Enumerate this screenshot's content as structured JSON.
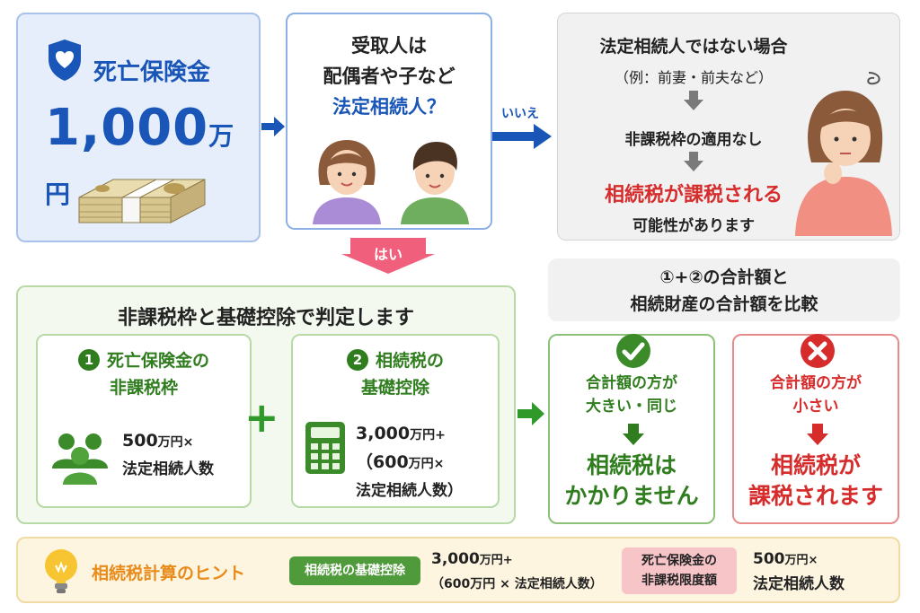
{
  "insurance": {
    "title": "死亡保険金",
    "amount_number": "1,000",
    "amount_unit": "万円"
  },
  "question": {
    "line1": "受取人は",
    "line2": "配偶者や子など",
    "line3": "法定相続人？"
  },
  "no_branch": {
    "label": "いいえ",
    "heading": "法定相続人ではない場合",
    "example": "（例：前妻・前夫など）",
    "step1": "非課税枠の適用なし",
    "result": "相続税が課税される",
    "result_sub": "可能性があります"
  },
  "yes_branch": {
    "label": "はい",
    "heading": "非課税枠と基礎控除で判定します",
    "item1": {
      "number": "1",
      "title_line1": "死亡保険金の",
      "title_line2": "非課税枠",
      "formula_line1_num": "500",
      "formula_line1_unit": "万円×",
      "formula_line2": "法定相続人数"
    },
    "item2": {
      "number": "2",
      "title_line1": "相続税の",
      "title_line2": "基礎控除",
      "formula_line1_num": "3,000",
      "formula_line1_unit": "万円+",
      "formula_line2_pre": "（600",
      "formula_line2_unit": "万円×",
      "formula_line3": "法定相続人数）"
    }
  },
  "compare": {
    "line1": "①+②の合計額と",
    "line2": "相続財産の合計額を比較",
    "ok": {
      "cond_line1": "合計額の方が",
      "cond_line2": "大きい・同じ",
      "result_line1": "相続税は",
      "result_line2": "かかりません"
    },
    "ng": {
      "cond_line1": "合計額の方が",
      "cond_line2": "小さい",
      "result_line1": "相続税が",
      "result_line2": "課税されます"
    }
  },
  "hint": {
    "title": "相続税計算のヒント",
    "tag1": "相続税の基礎控除",
    "value1_line1_num": "3,000",
    "value1_line1_unit": "万円+",
    "value1_line2": "（600万円 × 法定相続人数）",
    "tag2_line1": "死亡保険金の",
    "tag2_line2": "非課税限度額",
    "value2_line1_num": "500",
    "value2_line1_unit": "万円×",
    "value2_line2": "法定相続人数"
  },
  "colors": {
    "blue": "#1a56b8",
    "green": "#2f9a2a",
    "red": "#d62c2c",
    "pink_arrow": "#f05f7b",
    "orange": "#e88b1a"
  },
  "icons": [
    "shield-heart-icon",
    "money-stack-icon",
    "people-icon",
    "calculator-icon",
    "check-icon",
    "cross-icon",
    "lightbulb-icon",
    "woman-icon",
    "man-icon",
    "thinking-woman-icon"
  ]
}
